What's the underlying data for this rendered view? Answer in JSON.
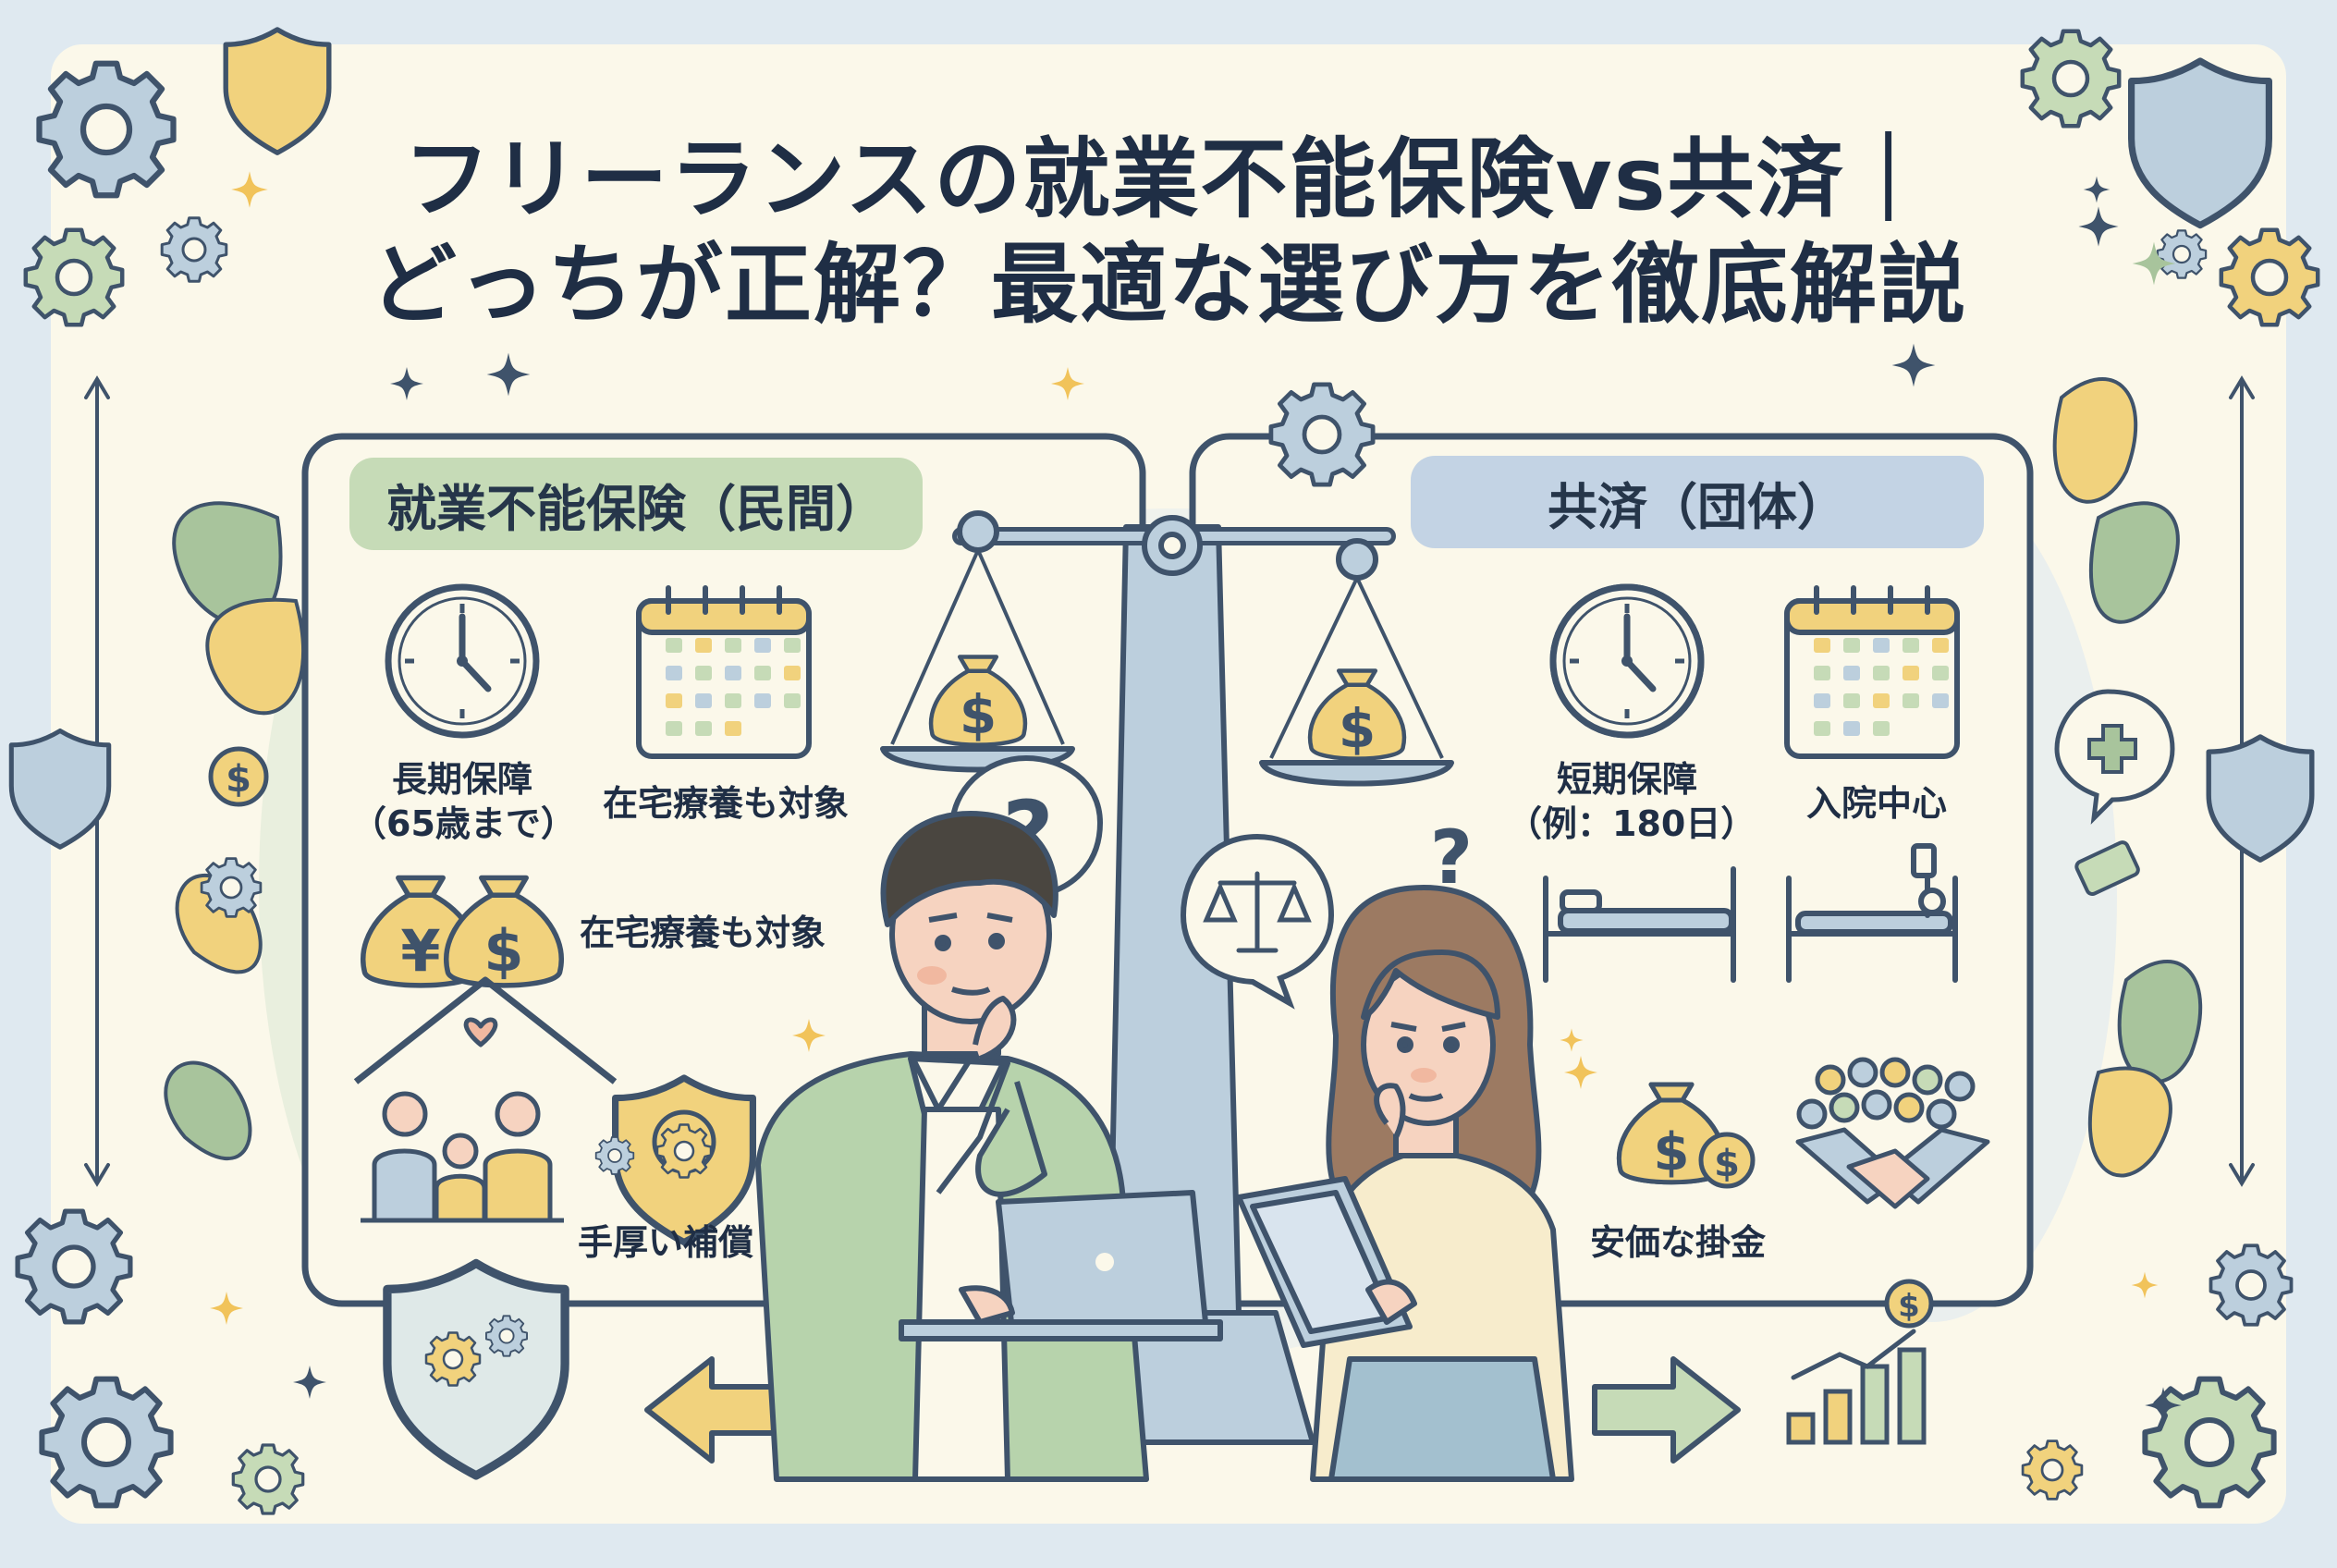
{
  "title": {
    "line1": "フリーランスの就業不能保険vs共済｜",
    "line2": "どっちが正解？最適な選び方を徹底解説"
  },
  "left_panel": {
    "heading": "就業不能保険（民間）",
    "items": {
      "long_term_line1": "長期保障",
      "long_term_line2": "（65歳まで）",
      "home_care_top": "在宅療養も対象",
      "home_care_mid": "在宅療養も対象",
      "generous": "手厚い補償"
    }
  },
  "right_panel": {
    "heading": "共済（団体）",
    "items": {
      "short_term_line1": "短期保障",
      "short_term_line2": "（例：180日）",
      "inpatient": "入院中心",
      "low_premium": "安価な掛金"
    }
  },
  "icons": {
    "clock": "clock-icon",
    "calendar": "calendar-icon",
    "money_bag": "money-bag-icon",
    "shield": "shield-icon",
    "gear": "gear-icon",
    "scale": "balance-scale-icon",
    "bed": "hospital-bed-icon",
    "handshake": "handshake-icon",
    "family": "family-icon",
    "question": "question-mark-icon"
  },
  "colors": {
    "title": "#1f2e45",
    "left_accent": "#c6dbb7",
    "right_accent": "#c3d3e4",
    "gold": "#f1d27d",
    "frame": "#fbf8ea"
  }
}
